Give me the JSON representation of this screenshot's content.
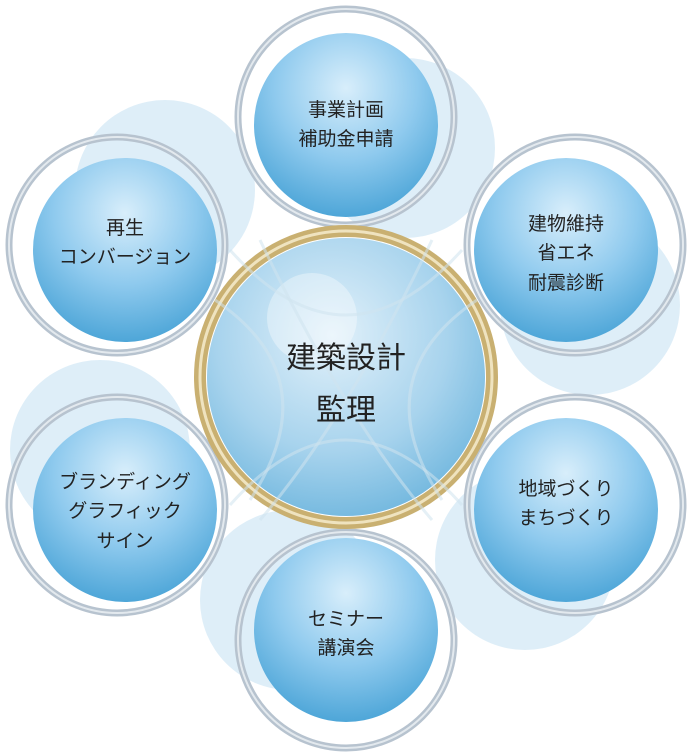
{
  "diagram": {
    "colors": {
      "ring": "#b7c3cf",
      "ring_inner_light": "#eef2f5",
      "bubble_light": "#d3e8f5",
      "bubble_fill_top": "#c9e6f8",
      "bubble_fill_bottom": "#5aaedc",
      "center_ring": "#c9b071",
      "center_ring_light": "#efe3bf",
      "text": "#222222"
    },
    "center": {
      "lines": [
        "建築設計",
        "監理"
      ]
    },
    "satellites": [
      {
        "id": "top",
        "lines": [
          "事業計画",
          "補助金申請"
        ]
      },
      {
        "id": "upper-right",
        "lines": [
          "建物維持",
          "省エネ",
          "耐震診断"
        ]
      },
      {
        "id": "lower-right",
        "lines": [
          "地域づくり",
          "まちづくり"
        ]
      },
      {
        "id": "bottom",
        "lines": [
          "セミナー",
          "講演会"
        ]
      },
      {
        "id": "lower-left",
        "lines": [
          "ブランディング",
          "グラフィック",
          "サイン"
        ]
      },
      {
        "id": "upper-left",
        "lines": [
          "再生",
          "コンバージョン"
        ]
      }
    ]
  }
}
